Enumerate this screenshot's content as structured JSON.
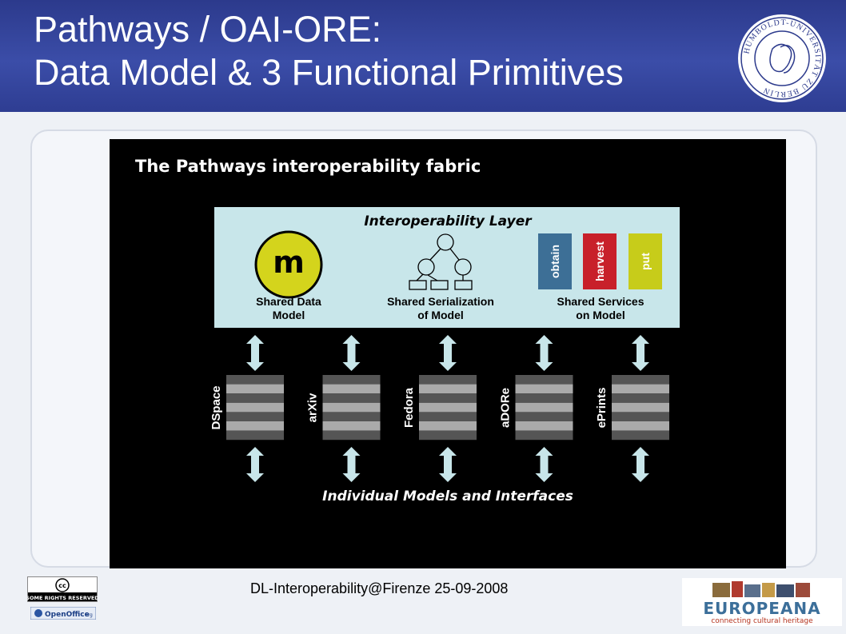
{
  "slide": {
    "title_line1": "Pathways / OAI-ORE:",
    "title_line2": "Data Model & 3 Functional Primitives",
    "footer": "DL-Interoperability@Firenze 25-09-2008",
    "seal_text": "HUMBOLDT-UNIVERSITÄT ZU BERLIN"
  },
  "diagram": {
    "heading": "The Pathways interoperability fabric",
    "layer_title": "Interoperability Layer",
    "model_letter": "m",
    "model_caption": [
      "Shared Data",
      "Model"
    ],
    "serialization_caption": [
      "Shared Serialization",
      "of Model"
    ],
    "services_caption": [
      "Shared Services",
      "on Model"
    ],
    "services": [
      {
        "label": "obtain",
        "color": "#3d6f96"
      },
      {
        "label": "harvest",
        "color": "#c8202a"
      },
      {
        "label": "put",
        "color": "#c7cc1a"
      }
    ],
    "repositories": [
      "DSpace",
      "arXiv",
      "Fedora",
      "aDORe",
      "ePrints"
    ],
    "bottom_label": "Individual Models and Interfaces",
    "colors": {
      "layer_bg": "#c8e6ea",
      "model_circle": "#d4d41c",
      "arrow": "#c8e6ea"
    }
  },
  "logos": {
    "cc_top": "cc",
    "cc_bottom": "SOME RIGHTS RESERVED",
    "openoffice": "OpenOffice",
    "openoffice_suffix": "org",
    "europeana_name": "EUROPEANA",
    "europeana_tagline": "connecting cultural heritage"
  }
}
